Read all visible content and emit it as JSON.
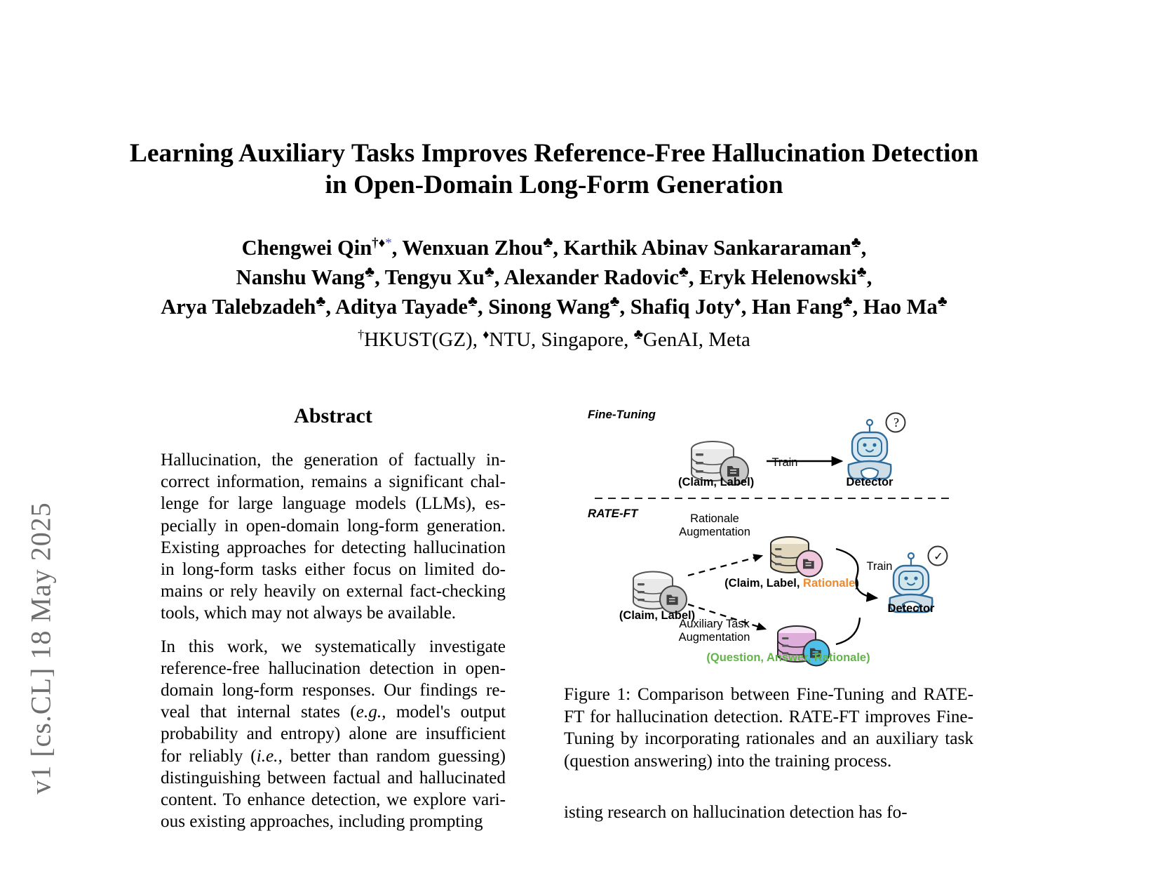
{
  "arxiv": {
    "stamp": "v1  [cs.CL]  18 May 2025"
  },
  "title": {
    "line1": "Learning Auxiliary Tasks Improves Reference-Free Hallucination Detection",
    "line2": "in Open-Domain Long-Form Generation"
  },
  "authors": {
    "line1_a": "Chengwei Qin",
    "line1_a_sup": "†♦",
    "line1_a_star": "*",
    "line1_b": ", Wenxuan Zhou",
    "line1_b_sup": "♣",
    "line1_c": ", Karthik Abinav Sankararaman",
    "line1_c_sup": "♣",
    "line1_d": ",",
    "line2_a": "Nanshu Wang",
    "line2_a_sup": "♣",
    "line2_b": ", Tengyu Xu",
    "line2_b_sup": "♣",
    "line2_c": ", Alexander Radovic",
    "line2_c_sup": "♣",
    "line2_d": ", Eryk Helenowski",
    "line2_d_sup": "♣",
    "line2_e": ",",
    "line3_a": "Arya Talebzadeh",
    "line3_a_sup": "♣",
    "line3_b": ", Aditya Tayade",
    "line3_b_sup": "♣",
    "line3_c": ", Sinong Wang",
    "line3_c_sup": "♣",
    "line3_d": ", Shafiq Joty",
    "line3_d_sup": "♦",
    "line3_e": ", Han Fang",
    "line3_e_sup": "♣",
    "line3_f": ", Hao Ma",
    "line3_f_sup": "♣"
  },
  "affiliations": {
    "sup1": "†",
    "aff1": "HKUST(GZ), ",
    "sup2": "♦",
    "aff2": "NTU, Singapore, ",
    "sup3": "♣",
    "aff3": "GenAI, Meta"
  },
  "abstract": {
    "heading": "Abstract",
    "para1_a": "Hallucination, the generation of factually in-correct information, remains a significant chal-lenge for large language models (LLMs), es-pecially in open-domain long-form generation. Existing approaches for detecting hallucination in long-form tasks either focus on limited do-mains or rely heavily on external fact-checking tools, which may not always be available.",
    "para2_p1": "In this work, we systematically investigate reference-free hallucination detection in open-domain long-form responses. Our findings re-veal that internal states (",
    "para2_eg": "e.g.,",
    "para2_p2": " model's output probability and entropy) alone are insufficient for reliably (",
    "para2_ie": "i.e.,",
    "para2_p3": " better than random guessing) distinguishing between factual and hallucinated content. To enhance detection, we explore vari-ous existing approaches, including prompting"
  },
  "figure": {
    "section_finetuning": "Fine-Tuning",
    "section_ratetf": "RATE-FT",
    "ft_db_label": "(Claim, Label)",
    "ft_arrow_label": "Train",
    "ft_detector_label": "Detector",
    "ft_badge": "?",
    "rate_source_label": "(Claim, Label)",
    "rate_branch1_label": "Rationale\nAugmentation",
    "rate_branch1_label_l1": "Rationale",
    "rate_branch1_label_l2": "Augmentation",
    "rate_branch1_out_pre": "(Claim, Label, ",
    "rate_branch1_out_hl": "Rationale",
    "rate_branch1_out_post": ")",
    "rate_branch2_label_l1": "Auxiliary Task",
    "rate_branch2_label_l2": "Augmentation",
    "rate_branch2_out": "(Question, Answer, Rationale)",
    "rate_arrow_label": "Train",
    "rate_detector_label": "Detector",
    "rate_badge": "✓",
    "colors": {
      "rationale_orange": "#F0892B",
      "qar_green": "#63B44B",
      "robot_blue": "#2E6D9B",
      "db_gray": "#BFBFBF",
      "db_cream": "#EFE6D0",
      "db_pink": "#EFC6DC",
      "db_purple": "#E3C6E8",
      "badge_cyan": "#4FC0E8"
    },
    "caption": "Figure 1: Comparison between Fine-Tuning and RATE-FT for hallucination detection.  RATE-FT improves Fine-Tuning by incorporating rationales and an auxiliary task (question answering) into the training process."
  },
  "body_right": {
    "continue_text": "isting research on hallucination detection has fo-"
  }
}
